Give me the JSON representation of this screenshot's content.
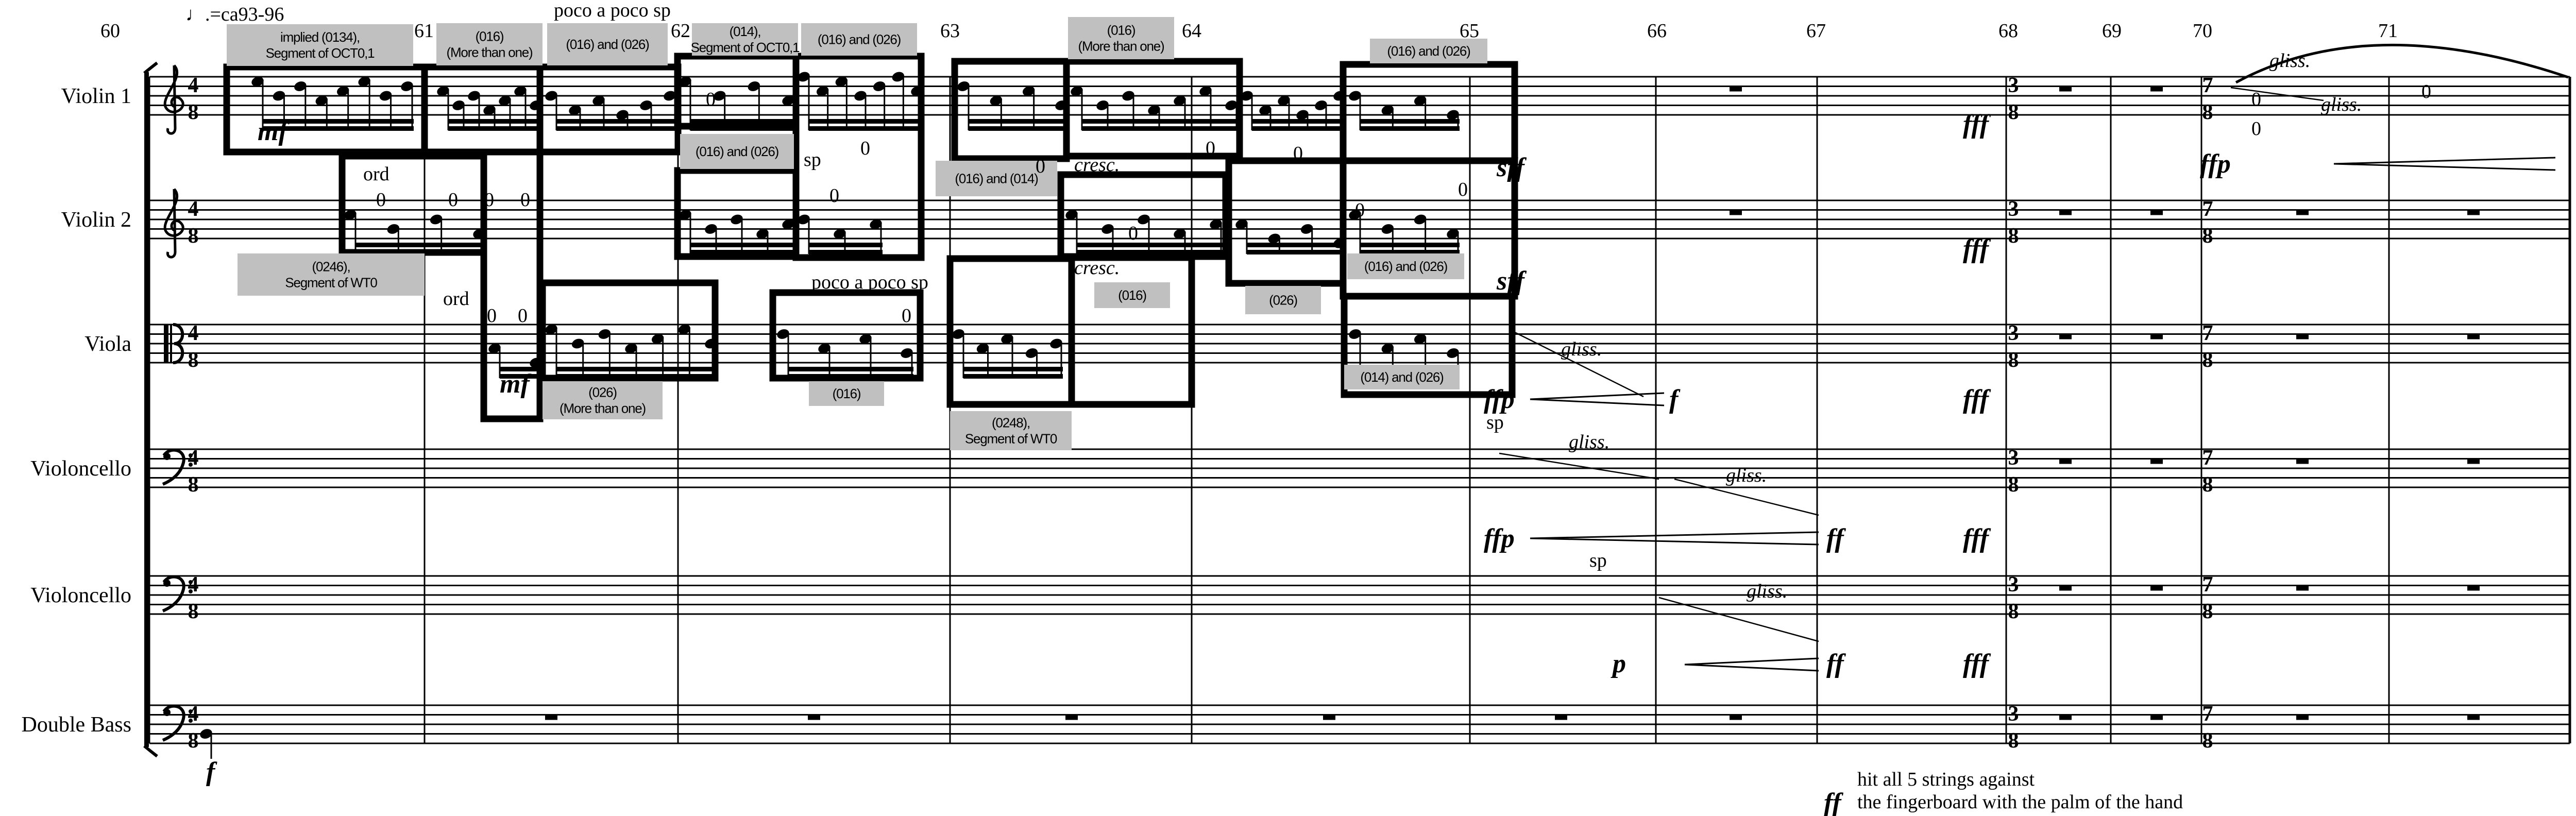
{
  "tempo": "♩.=ca93-96",
  "instruments": [
    "Violin 1",
    "Violin 2",
    "Viola",
    "Violoncello",
    "Violoncello",
    "Double Bass"
  ],
  "measure_numbers": [
    "60",
    "61",
    "62",
    "63",
    "64",
    "65",
    "66",
    "67",
    "68",
    "69",
    "70",
    "71"
  ],
  "time_signatures": [
    {
      "top": "4",
      "bottom": "8"
    },
    {
      "top": "3",
      "bottom": "8"
    },
    {
      "top": "7",
      "bottom": "8"
    }
  ],
  "analysis_labels": [
    {
      "lines": [
        "implied (0134),",
        "Segment of OCT0,1"
      ]
    },
    {
      "lines": [
        "(016)",
        "(More than one)"
      ]
    },
    {
      "lines": [
        "(016) and (026)"
      ]
    },
    {
      "lines": [
        "(014),",
        "Segment of OCT0,1"
      ]
    },
    {
      "lines": [
        "(016) and (026)"
      ]
    },
    {
      "lines": [
        "(0246),",
        "Segment of WT0"
      ]
    },
    {
      "lines": [
        "(016) and (026)"
      ]
    },
    {
      "lines": [
        "(016) and (014)"
      ]
    },
    {
      "lines": [
        "(016)",
        "(More than one)"
      ]
    },
    {
      "lines": [
        "(016) and (026)"
      ]
    },
    {
      "lines": [
        "(016) and (026)"
      ]
    },
    {
      "lines": [
        "(016)"
      ]
    },
    {
      "lines": [
        "(026)"
      ]
    },
    {
      "lines": [
        "(026)",
        "(More than one)"
      ]
    },
    {
      "lines": [
        "(016)"
      ]
    },
    {
      "lines": [
        "(0248),",
        "Segment of WT0"
      ]
    },
    {
      "lines": [
        "(014) and (026)"
      ]
    }
  ],
  "dynamics": [
    "mf",
    "mf",
    "sff",
    "sff",
    "ffp",
    "f",
    "fff",
    "fff",
    "fff",
    "ffp",
    "ffp",
    "ff",
    "fff",
    "p",
    "ff",
    "fff",
    "f",
    "ff"
  ],
  "expressions": [
    "poco a poco sp",
    "poco a poco sp",
    "ord",
    "ord",
    "sp",
    "cresc.",
    "cresc.",
    "gliss.",
    "gliss.",
    "gliss.",
    "gliss.",
    "gliss.",
    "gliss.",
    "sp",
    "sp"
  ],
  "harmonic_marking": "0",
  "performance_note": [
    "hit all 5 strings against",
    "the fingerboard with the palm of the hand"
  ],
  "colors": {
    "label_bg": "#c0c0c0",
    "ink": "#000000"
  }
}
